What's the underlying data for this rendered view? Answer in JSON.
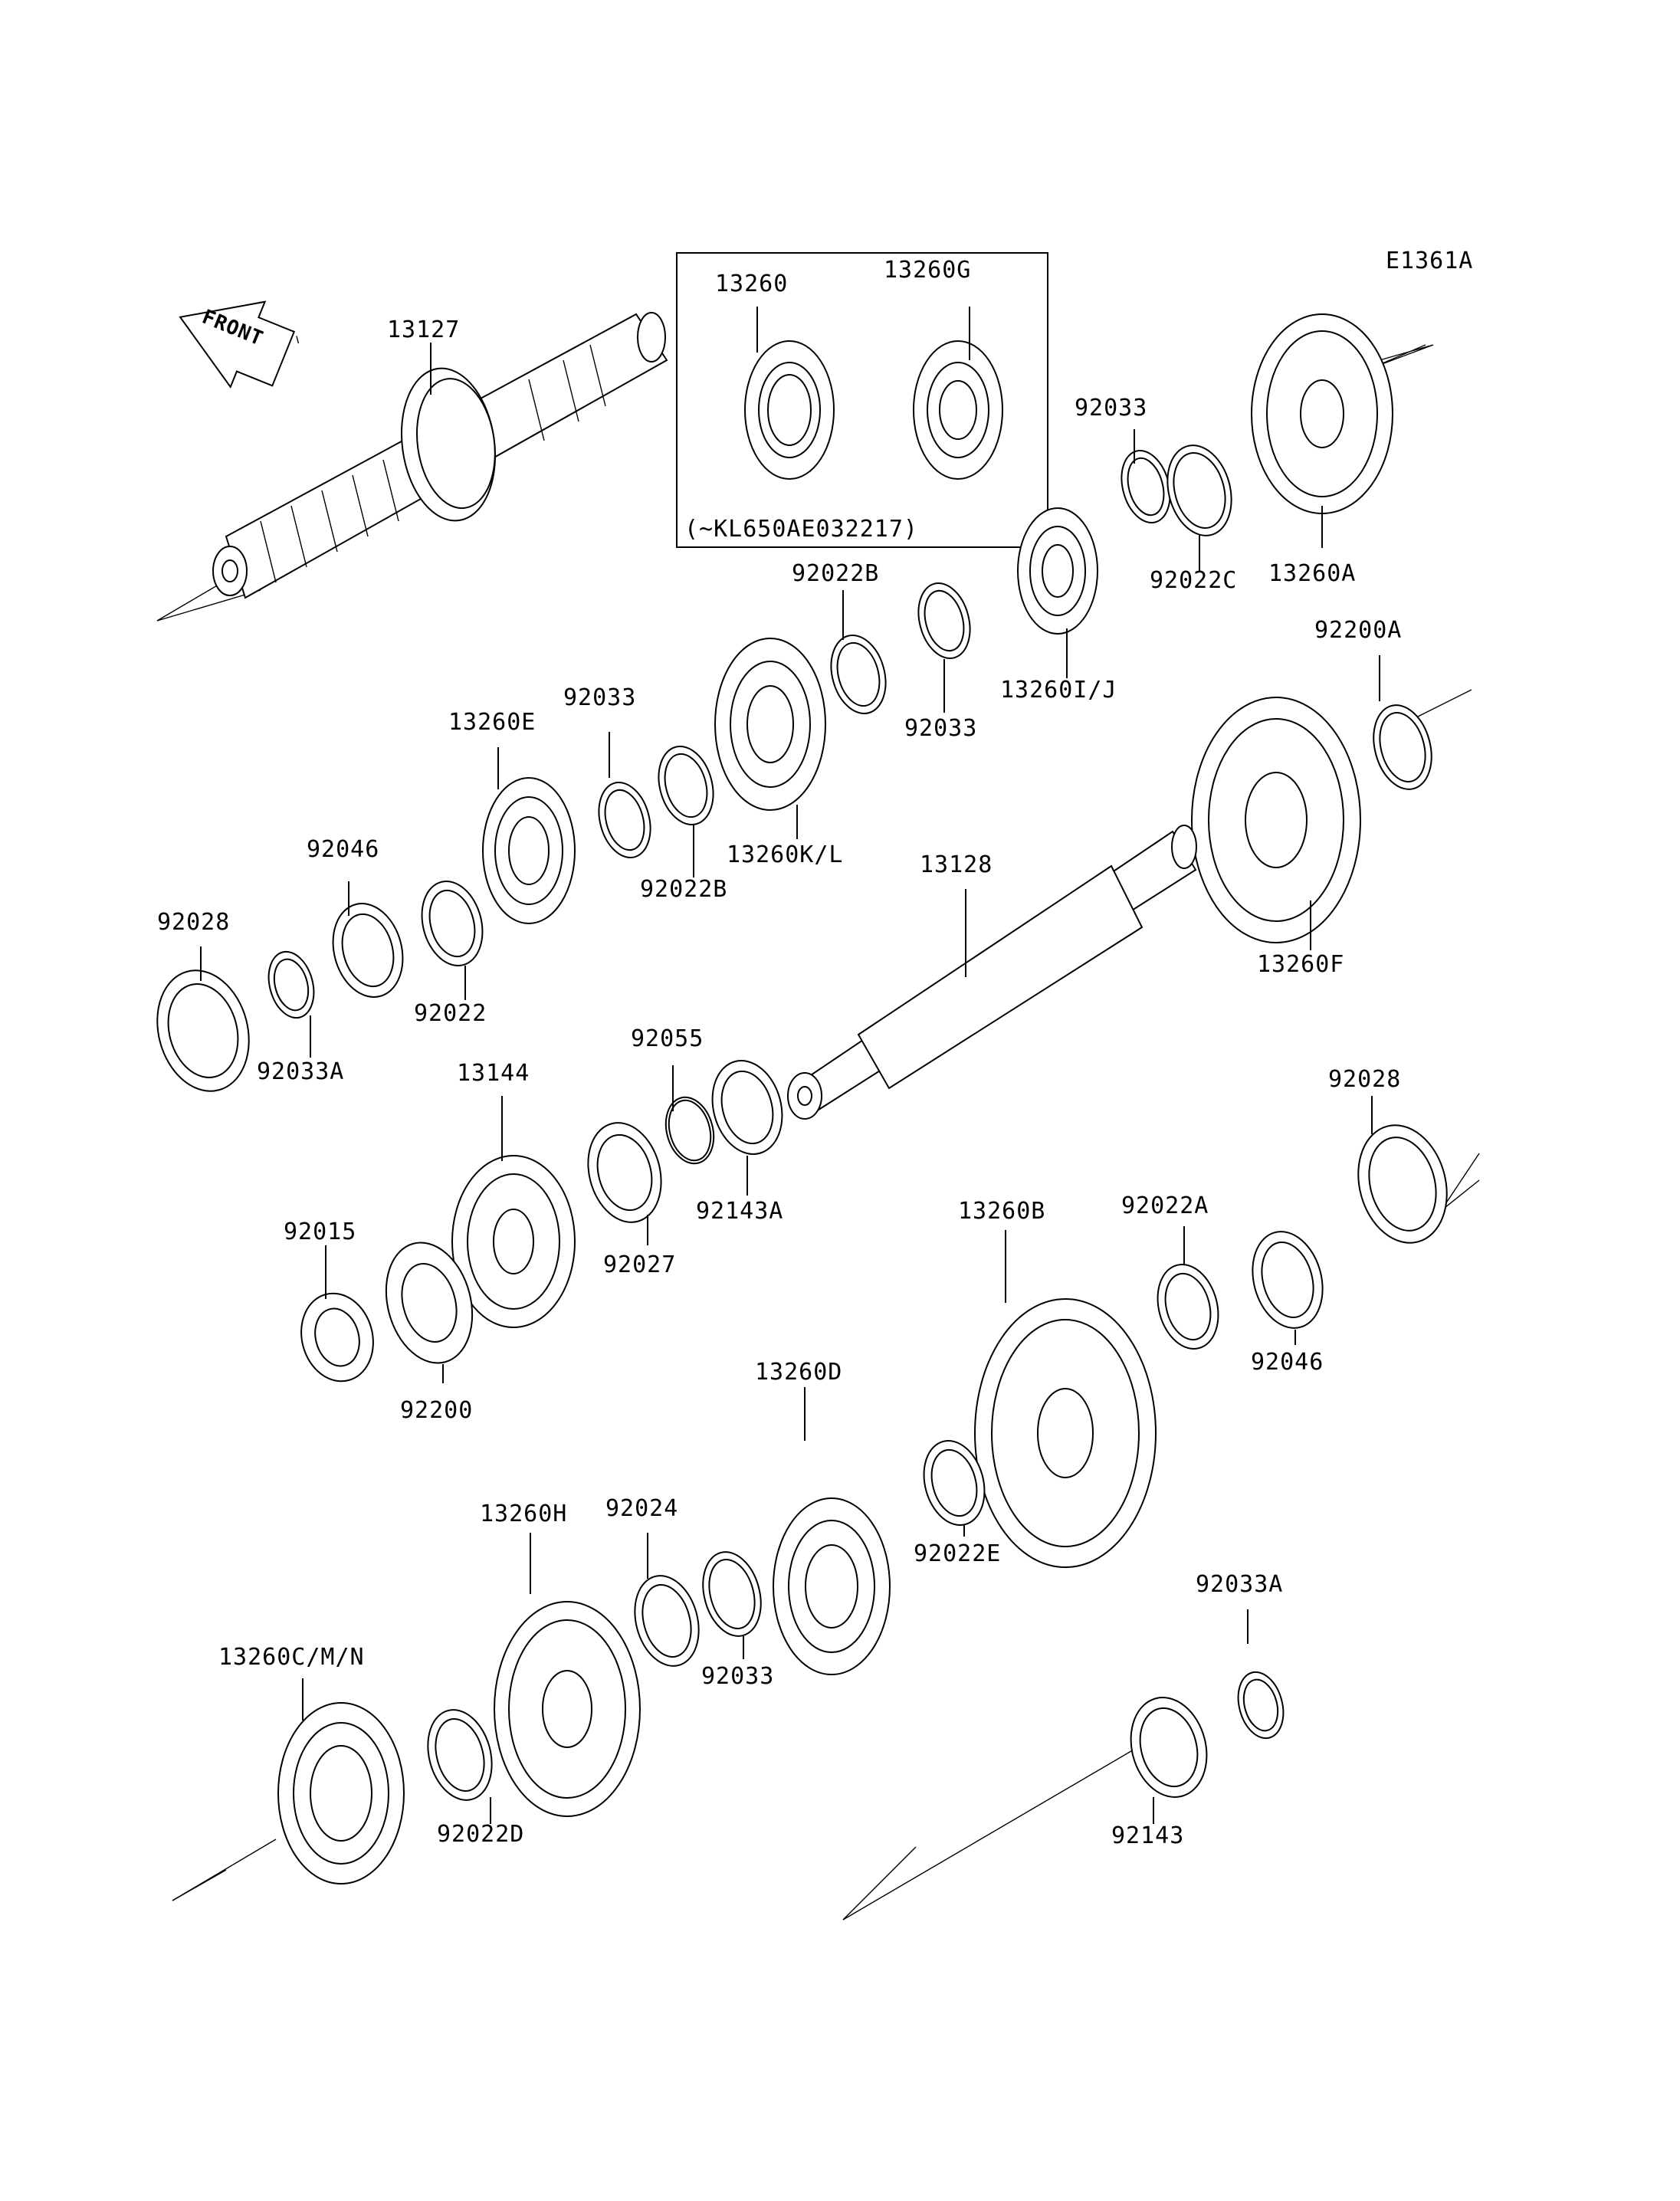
{
  "diagram_id": "E1361A",
  "front_label": "FRONT",
  "inset_note": "(~KL650AE032217)",
  "labels": {
    "p13127": "13127",
    "p13260": "13260",
    "p13260G": "13260G",
    "p92033_a": "92033",
    "p13260A": "13260A",
    "p92022C": "92022C",
    "p92022B_a": "92022B",
    "p92033_b": "92033",
    "p13260IJ": "13260I/J",
    "p92200A": "92200A",
    "p13260E": "13260E",
    "p92033_c": "92033",
    "p13260KL": "13260K/L",
    "p92022B_b": "92022B",
    "p92046_a": "92046",
    "p13128": "13128",
    "p92028_a": "92028",
    "p92022": "92022",
    "p92033A_a": "92033A",
    "p13260F": "13260F",
    "p92055": "92055",
    "p13144": "13144",
    "p92143A": "92143A",
    "p92028_b": "92028",
    "p92027": "92027",
    "p13260B": "13260B",
    "p92022A": "92022A",
    "p92015": "92015",
    "p92046_b": "92046",
    "p92200": "92200",
    "p13260D": "13260D",
    "p92022E": "92022E",
    "p13260H": "13260H",
    "p92024": "92024",
    "p92033_d": "92033",
    "p92033A_b": "92033A",
    "p13260CMN": "13260C/M/N",
    "p92022D": "92022D",
    "p92143": "92143"
  }
}
